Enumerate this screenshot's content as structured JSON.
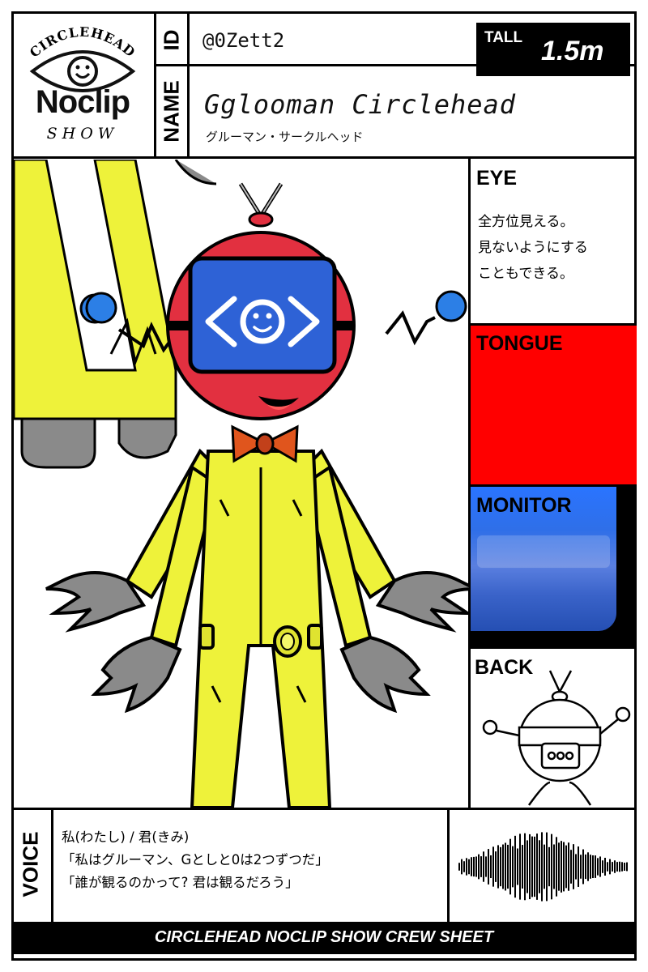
{
  "logo": {
    "top_text": "CIRCLEHEAD",
    "main_text": "Noclip",
    "sub_text": "SHOW"
  },
  "labels": {
    "id": "ID",
    "name": "NAME",
    "tall": "TALL",
    "eye": "EYE",
    "tongue": "TONGUE",
    "monitor": "MONITOR",
    "back": "BACK",
    "voice": "VOICE"
  },
  "profile": {
    "id": "@0Zett2",
    "name": "Gglooman Circlehead",
    "name_kana": "グルーマン・サークルヘッド",
    "tall": "1.5m"
  },
  "eye": {
    "lines": [
      "全方位見える。",
      "見ないようにする",
      "こともできる。"
    ]
  },
  "voice": {
    "lines": [
      "私(わたし) / 君(きみ)",
      "「私はグルーマン、Gとしと0は2つずつだ」",
      "「誰が観るのかって? 君は観るだろう」"
    ]
  },
  "footer": {
    "title": "CIRCLEHEAD NOCLIP SHOW CREW SHEET"
  },
  "colors": {
    "tongue": "#ff0000",
    "monitor": "#2f6fe8",
    "suit": "#eef23a",
    "gloves": "#8a8a8a",
    "head": "#e23040",
    "screen": "#2e62d6"
  }
}
